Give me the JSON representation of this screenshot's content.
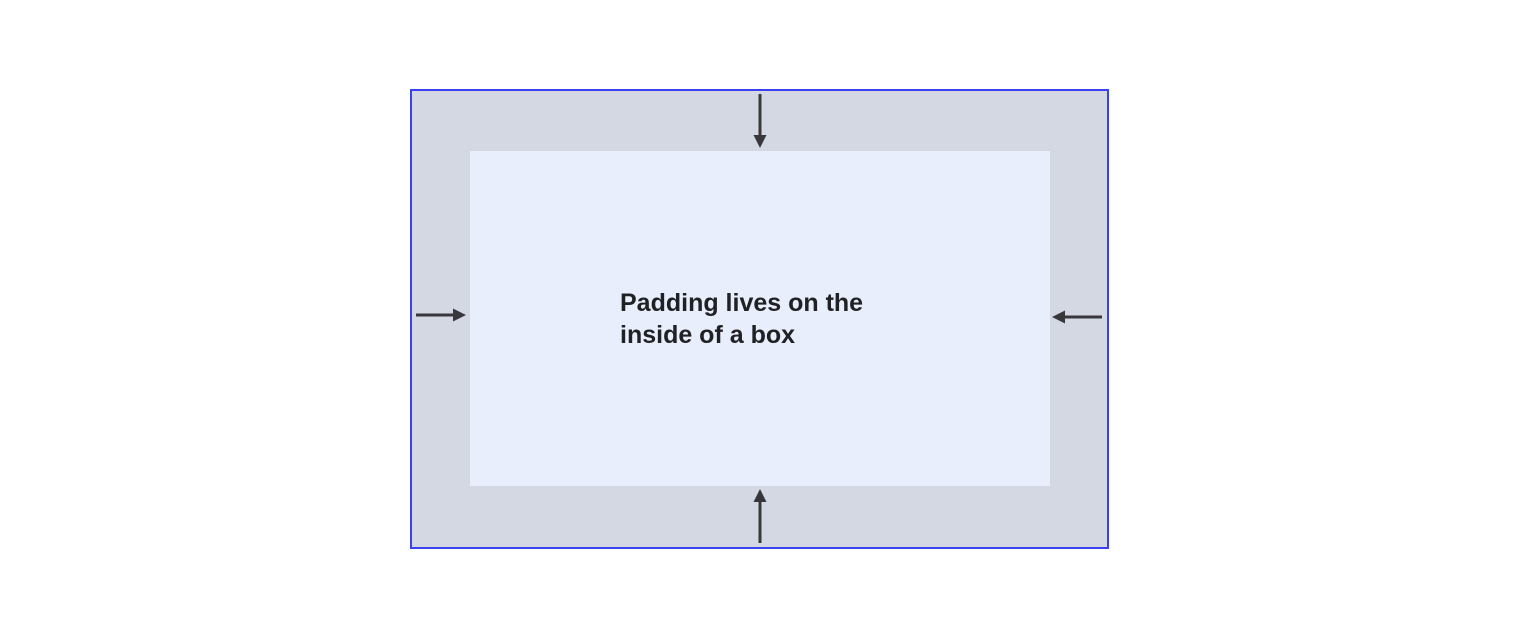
{
  "diagram": {
    "label": "Padding lives on the inside of a box",
    "arrows": [
      {
        "name": "top",
        "direction": "down"
      },
      {
        "name": "right",
        "direction": "left"
      },
      {
        "name": "bottom",
        "direction": "up"
      },
      {
        "name": "left",
        "direction": "right"
      }
    ],
    "colors": {
      "border": "#3a41ee",
      "padding_area": "#d3d8e2",
      "content_area": "#e8eefb",
      "arrow": "#37373c",
      "text": "#202124",
      "page_background": "#ffffff"
    }
  }
}
